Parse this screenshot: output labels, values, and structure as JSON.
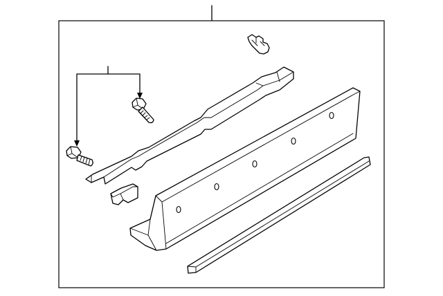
{
  "diagram": {
    "description_free": true,
    "stroke_color": "#000000",
    "background_color": "#ffffff",
    "parts": [
      {
        "id": "frame",
        "icon": "parts-frame"
      },
      {
        "id": "clip",
        "icon": "push-clip-icon"
      },
      {
        "id": "bolt-upper",
        "icon": "bolt-icon"
      },
      {
        "id": "bolt-lower",
        "icon": "bolt-icon"
      },
      {
        "id": "reinforcement-bracket",
        "icon": "bracket-icon"
      },
      {
        "id": "retainer",
        "icon": "retainer-icon"
      },
      {
        "id": "rocker-molding",
        "icon": "rocker-panel-icon"
      },
      {
        "id": "trim-strip",
        "icon": "trim-strip-icon"
      }
    ]
  }
}
